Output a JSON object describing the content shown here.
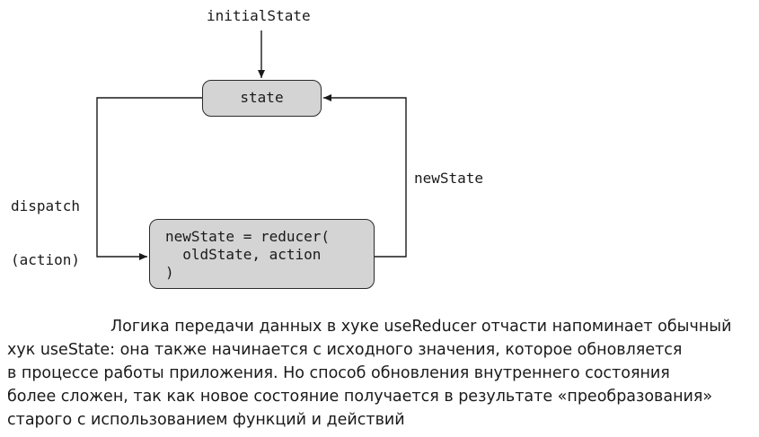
{
  "diagram": {
    "input_label": "initialState",
    "state_node": "state",
    "dispatch_label": [
      "dispatch",
      "(action)"
    ],
    "new_state_label": "newState",
    "reducer_node": [
      "newState = reducer(",
      "  oldState, action",
      ")"
    ]
  },
  "caption": {
    "lines": [
      "Логика передачи данных в хуке useReducer отчасти напоминает обычный",
      "хук useState: она также начинается с исходного значения, которое обновляется",
      "в процессе работы приложения. Но способ обновления внутреннего состояния",
      "более сложен, так как новое состояние получается в результате «преобразования»",
      "старого с использованием функций и действий"
    ]
  }
}
